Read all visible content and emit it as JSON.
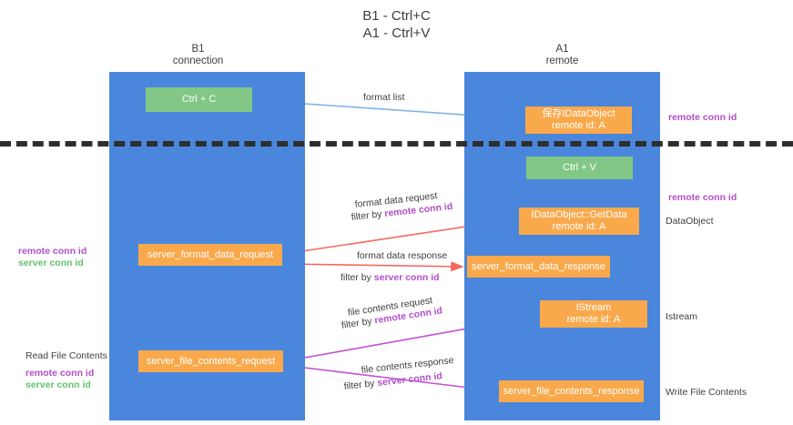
{
  "title": "B1 - Ctrl+C\nA1 - Ctrl+V",
  "lanes": [
    {
      "id": "b1",
      "name": "B1",
      "role": "connection",
      "color": "#4a86dc"
    },
    {
      "id": "a1",
      "name": "A1",
      "role": "remote",
      "color": "#4a86dc"
    }
  ],
  "colors": {
    "lane": "#4a86dc",
    "node_orange": "#f9a94c",
    "node_green": "#82c785",
    "remote_conn_id": "#b24fc9",
    "server_conn_id": "#63c06b",
    "arrow_blue": "#7fb4e8",
    "arrow_red": "#f4685e",
    "arrow_magenta": "#c44fd4",
    "arrow_black": "#1a1a1a",
    "divider": "#2e2e2e"
  },
  "nodes": {
    "ctrl_c": {
      "line1": "Ctrl + C",
      "line2": ""
    },
    "save_idataobject": {
      "line1": "保存IDataObject",
      "line2": "remote id: A"
    },
    "ctrl_v": {
      "line1": "Ctrl + V",
      "line2": ""
    },
    "getdata": {
      "line1": "IDataObject::GetData",
      "line2": "remote id: A"
    },
    "server_format_data_request": {
      "line1": "server_format_data_request",
      "line2": ""
    },
    "server_format_data_response": {
      "line1": "server_format_data_response",
      "line2": ""
    },
    "istream": {
      "line1": "IStream",
      "line2": "remote id: A"
    },
    "server_file_contents_request": {
      "line1": "server_file_contents_request",
      "line2": ""
    },
    "server_file_contents_response": {
      "line1": "server_file_contents_response",
      "line2": ""
    }
  },
  "edge_labels": {
    "format_list": "format list",
    "format_data_request": "format data request",
    "format_data_request_filter_prefix": "filter by ",
    "format_data_request_filter_key": "remote conn id",
    "format_data_response": "format data response",
    "format_data_response_filter_prefix": "filter by ",
    "format_data_response_filter_key": "server conn id",
    "file_contents_request": "file contents request",
    "file_contents_request_filter_prefix": "filter by ",
    "file_contents_request_filter_key": "remote conn id",
    "file_contents_response": "file contents response",
    "file_contents_response_filter_prefix": "filter by ",
    "file_contents_response_filter_key": "server conn id"
  },
  "annotations": {
    "right_remote_conn_id_top": "remote conn id",
    "right_remote_conn_id_mid": "remote conn id",
    "right_dataobject": "DataObject",
    "right_istream": "Istream",
    "right_write_file_contents": "Write File Contents",
    "left_remote_conn_id_mid": "remote conn id",
    "left_server_conn_id_mid": "server conn id",
    "left_read_file_contents": "Read File Contents",
    "left_remote_conn_id_bottom": "remote conn id",
    "left_server_conn_id_bottom": "server conn id"
  }
}
